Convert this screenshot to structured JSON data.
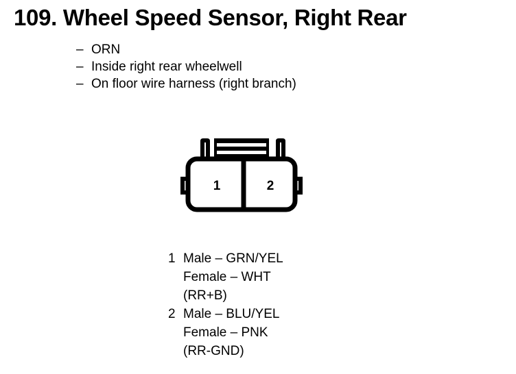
{
  "title": "109. Wheel Speed Sensor, Right Rear",
  "descriptors": [
    {
      "dash": "–",
      "text": "ORN"
    },
    {
      "dash": "–",
      "text": "Inside right rear wheelwell"
    },
    {
      "dash": "–",
      "text": "On floor wire harness (right branch)"
    }
  ],
  "connector": {
    "cavities": [
      {
        "number": "1"
      },
      {
        "number": "2"
      }
    ],
    "line_color": "#000000",
    "fill_color": "#ffffff"
  },
  "pin_legend": [
    {
      "pin": "1",
      "lines": [
        "Male – GRN/YEL",
        "Female – WHT",
        "(RR+B)"
      ]
    },
    {
      "pin": "2",
      "lines": [
        "Male – BLU/YEL",
        "Female – PNK",
        "(RR-GND)"
      ]
    }
  ]
}
